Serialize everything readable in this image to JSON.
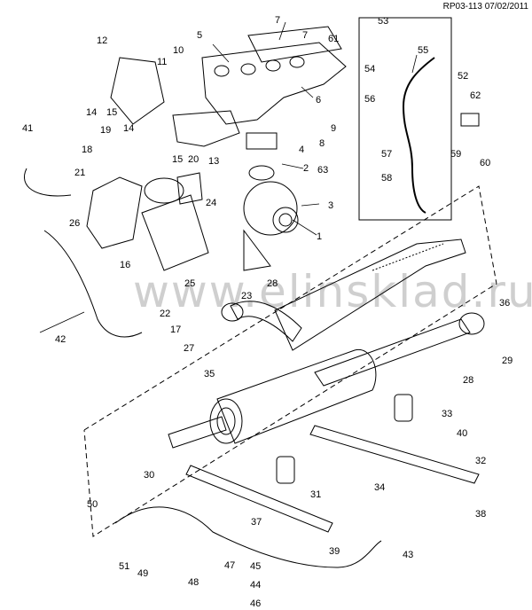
{
  "doc_ref": "RP03-113 07/02/2011",
  "watermark": "www.elinsklad.ru",
  "callouts": [
    "1",
    "2",
    "3",
    "4",
    "5",
    "6",
    "7",
    "7",
    "8",
    "9",
    "10",
    "11",
    "12",
    "13",
    "14",
    "14",
    "15",
    "15",
    "16",
    "17",
    "18",
    "19",
    "20",
    "21",
    "22",
    "23",
    "24",
    "25",
    "26",
    "27",
    "28",
    "28",
    "29",
    "30",
    "31",
    "32",
    "33",
    "34",
    "35",
    "36",
    "37",
    "38",
    "39",
    "40",
    "41",
    "42",
    "43",
    "44",
    "45",
    "46",
    "47",
    "48",
    "49",
    "50",
    "51",
    "52",
    "53",
    "54",
    "55",
    "56",
    "57",
    "58",
    "59",
    "60",
    "61",
    "62",
    "63"
  ]
}
